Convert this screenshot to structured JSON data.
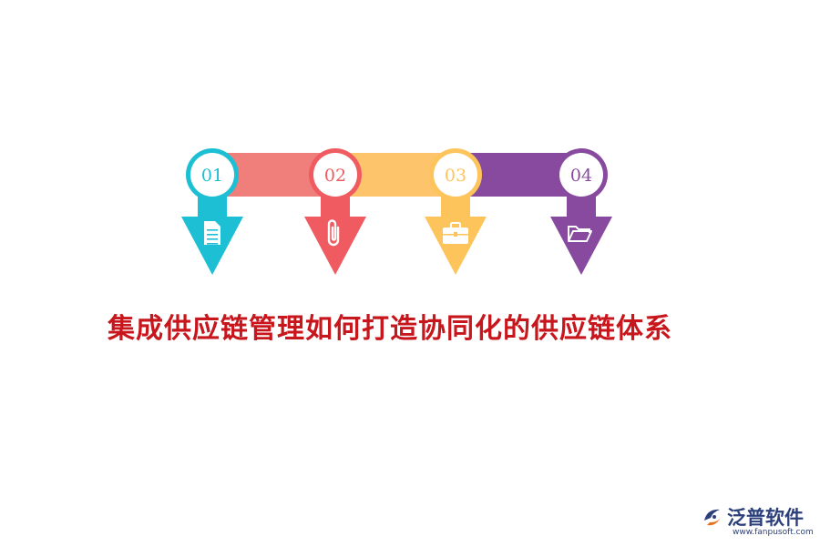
{
  "title": "集成供应链管理如何打造协同化的供应链体系",
  "steps": [
    {
      "number": "01",
      "icon": "document-icon",
      "color": "#1cbfd4"
    },
    {
      "number": "02",
      "icon": "paperclip-icon",
      "color": "#ef5b61"
    },
    {
      "number": "03",
      "icon": "briefcase-icon",
      "color": "#fdc45c"
    },
    {
      "number": "04",
      "icon": "folder-icon",
      "color": "#874a9f"
    }
  ],
  "connectors": [
    {
      "color": "#f07f7c"
    },
    {
      "color": "#fdc46b"
    },
    {
      "color": "#874a9f"
    }
  ],
  "logo": {
    "name": "泛普软件",
    "url": "www.fanpusoft.com",
    "icon": "fanpu-logo-icon"
  }
}
